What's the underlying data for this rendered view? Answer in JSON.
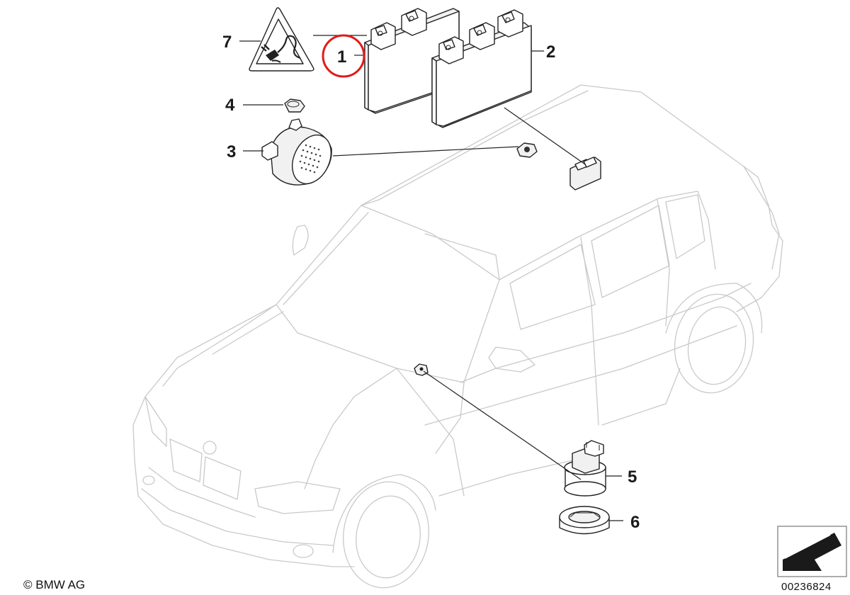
{
  "callouts": [
    {
      "id": "1",
      "label": "1",
      "highlighted": true
    },
    {
      "id": "2",
      "label": "2"
    },
    {
      "id": "3",
      "label": "3"
    },
    {
      "id": "4",
      "label": "4"
    },
    {
      "id": "5",
      "label": "5"
    },
    {
      "id": "6",
      "label": "6"
    },
    {
      "id": "7",
      "label": "7"
    }
  ],
  "copyright": "© BMW AG",
  "diagram_number": "00236824",
  "colors": {
    "highlight_circle": "#e01b1b",
    "outline": "#222222",
    "car_outline": "#c9c9c9"
  },
  "icons": [
    "warning-triangle-plug-icon",
    "navigation-arrow-icon"
  ]
}
